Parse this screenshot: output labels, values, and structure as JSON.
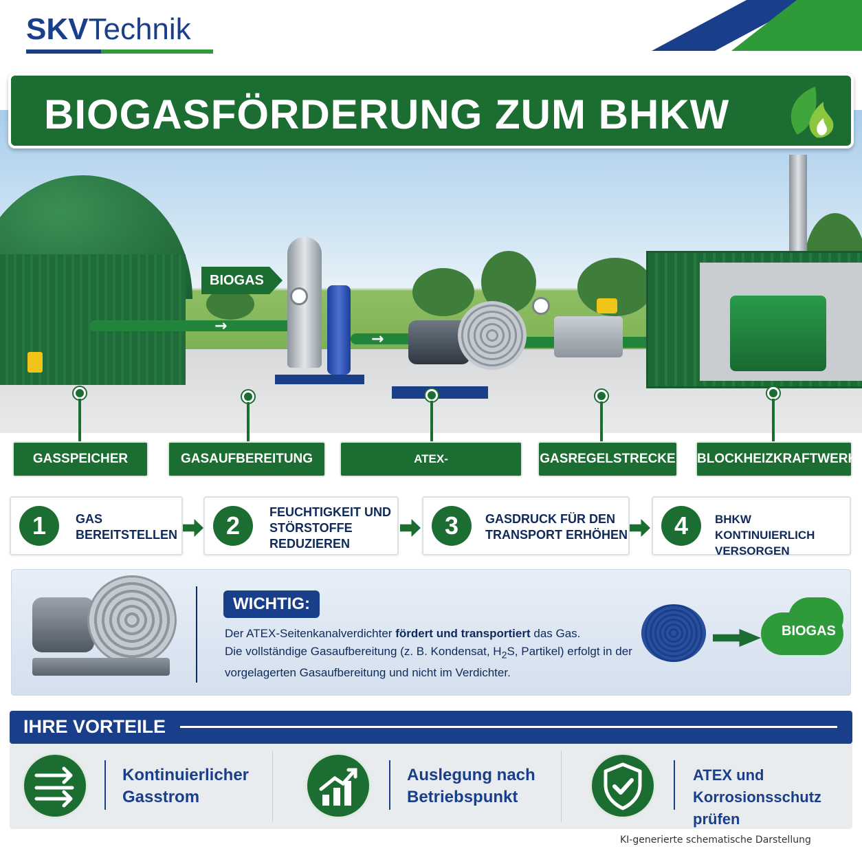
{
  "brand": {
    "name_bold": "SKV",
    "name_rest": "Technik"
  },
  "title": "BIOGASFÖRDERUNG ZUM BHKW",
  "scene": {
    "flow_tag": "BIOGAS"
  },
  "components": [
    {
      "label": "GASSPEICHER"
    },
    {
      "label": "GASAUFBEREITUNG"
    },
    {
      "label": "ATEX-SEITENKANALVERDICHTER"
    },
    {
      "label": "GASREGELSTRECKE"
    },
    {
      "label": "BLOCKHEIZKRAFTWERK"
    }
  ],
  "steps": [
    {
      "number": "1",
      "line1": "Gas",
      "line2": "bereitstellen",
      "line3": ""
    },
    {
      "number": "2",
      "line1": "Feuchtigkeit und",
      "line2": "Störstoffe",
      "line3": "reduzieren"
    },
    {
      "number": "3",
      "line1": "Gasdruck für den",
      "line2": "Transport erhöhen",
      "line3": ""
    },
    {
      "number": "4",
      "line1": "BHKW kontinuierlich",
      "line2": "versorgen",
      "line3": ""
    }
  ],
  "important": {
    "badge": "WICHTIG:",
    "line1_a": "Der ATEX-Seitenkanalverdichter ",
    "line1_b": "fördert und transportiert",
    "line1_c": " das Gas.",
    "line2_a": "Die vollständige Gasaufbereitung (z. B. Kondensat, H",
    "line2_sub": "2",
    "line2_b": "S, Partikel) erfolgt in der",
    "line3": "vorgelagerten Gasaufbereitung und nicht im Verdichter.",
    "cloud_label": "BIOGAS"
  },
  "benefits": {
    "heading": "IHRE VORTEILE",
    "items": [
      {
        "icon": "flow-arrows-icon",
        "line1": "Kontinuierlicher",
        "line2": "Gasstrom"
      },
      {
        "icon": "bar-chart-icon",
        "line1": "Auslegung nach",
        "line2": "Betriebspunkt"
      },
      {
        "icon": "shield-check-icon",
        "line1": "ATEX und",
        "line2": "Korrosionsschutz prüfen"
      }
    ]
  },
  "footnote": "KI-generierte schematische Darstellung",
  "colors": {
    "brand_blue": "#1a3f8a",
    "brand_green": "#1c6d32",
    "accent_green": "#2f9a3a"
  }
}
